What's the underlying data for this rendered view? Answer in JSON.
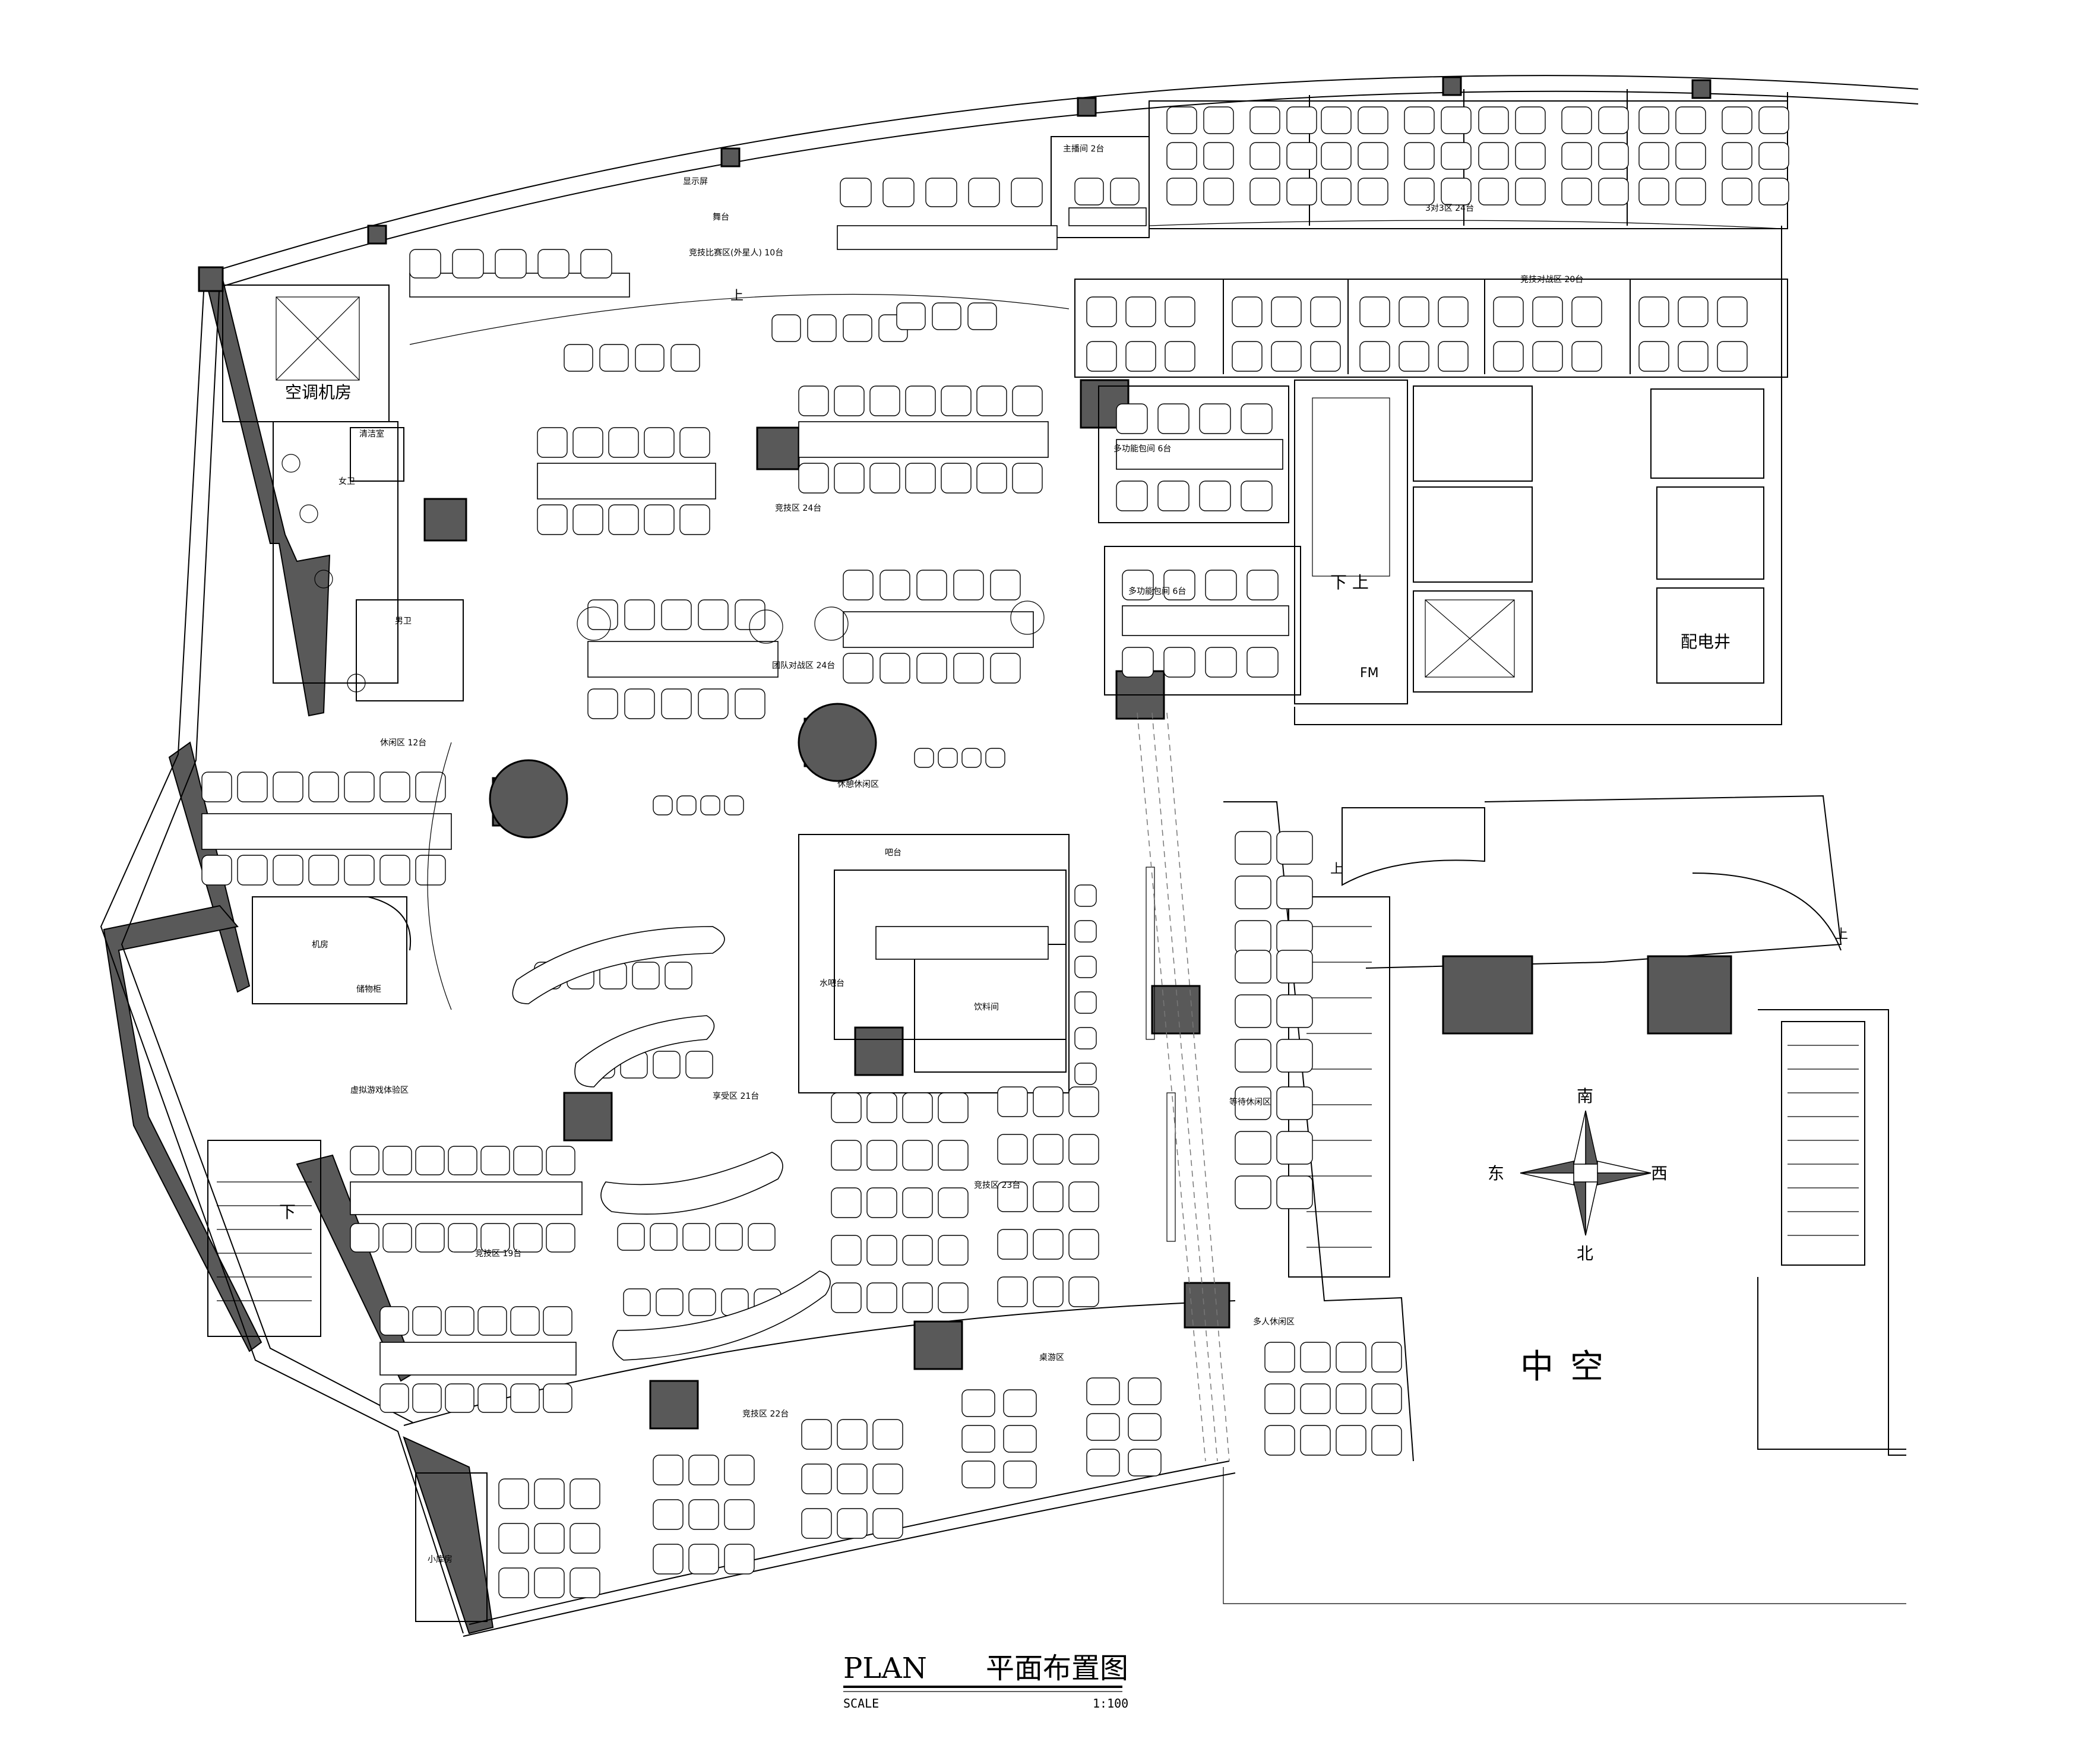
{
  "title": {
    "en": "PLAN",
    "cn": "平面布置图",
    "scale_label": "SCALE",
    "scale": "1:100"
  },
  "labels": {
    "ac_room": "空调机房",
    "cleaning": "清洁室",
    "female_wc": "女卫",
    "male_wc": "男卫",
    "machine_room": "机房",
    "storage": "储物柜",
    "small_warehouse": "小库房",
    "pantry": "饮料间",
    "pantry_bar": "吧台",
    "water_bar": "水吧台",
    "stage": "舞台",
    "display_screen": "显示屏",
    "up_1": "上",
    "up_2": "上",
    "up_3": "上",
    "down_up": "下 上",
    "down": "下",
    "fm": "FM",
    "distribution_shaft": "配电井",
    "atrium": "中空",
    "zone_vip": "竞技比赛区(外星人) 10台",
    "zone_host": "主播间 2台",
    "zone_3v3": "3对3区 24台",
    "zone_battle": "竞技对战区 20台",
    "zone_multi_1": "多功能包间 6台",
    "zone_multi_2": "多功能包间 6台",
    "zone_e24": "竞技区 24台",
    "zone_team": "团队对战区 24台",
    "zone_lounge": "休憩休闲区",
    "zone_family": "休闲区 12台",
    "zone_21": "享受区 21台",
    "zone_e23": "竞技区 23台",
    "zone_e19": "竞技区 19台",
    "zone_e22": "竞技区 22台",
    "zone_table": "桌游区",
    "zone_wait": "等待休闲区",
    "zone_multi_rest": "多人休闲区",
    "zone_vr": "虚拟游戏体验区",
    "compass_n": "南",
    "compass_e": "东",
    "compass_w": "西",
    "compass_s": "北"
  },
  "colors": {
    "wall": "#595959",
    "line": "#000000",
    "background": "#ffffff"
  }
}
